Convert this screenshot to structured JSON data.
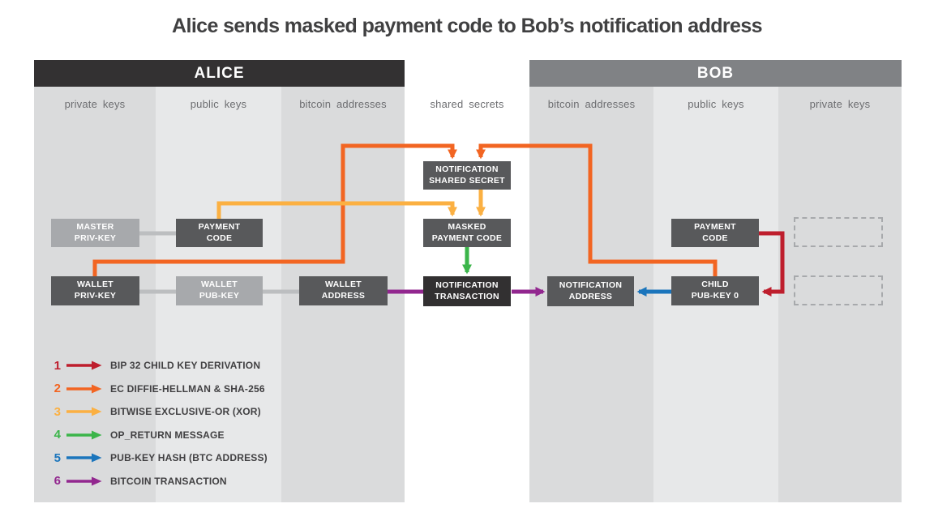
{
  "title": "Alice sends masked payment code to Bob’s notification address",
  "colors": {
    "red": "#be1e2d",
    "orange": "#f26522",
    "yellow": "#fbb042",
    "green": "#3bb54a",
    "blue": "#1b75bc",
    "purple": "#92278f",
    "connector": "#bcbec0",
    "header_alice": "#333132",
    "header_bob": "#808285",
    "col_dark": "#dadbdc",
    "col_light": "#e7e8e9",
    "box_dark": "#58595b",
    "box_light": "#a7a9ac",
    "box_black": "#323031",
    "dashed_border": "#a7a9ac",
    "title_text": "#404041",
    "col_label_text": "#6d6e71",
    "legend_text": "#414042"
  },
  "headers": {
    "alice": "ALICE",
    "bob": "BOB"
  },
  "columns": {
    "alice": [
      "private keys",
      "public keys",
      "bitcoin addresses"
    ],
    "middle": "shared secrets",
    "bob": [
      "bitcoin addresses",
      "public keys",
      "private keys"
    ]
  },
  "boxes": {
    "master_priv_key": "MASTER\nPRIV-KEY",
    "payment_code_alice": "PAYMENT\nCODE",
    "wallet_priv_key": "WALLET\nPRIV-KEY",
    "wallet_pub_key": "WALLET\nPUB-KEY",
    "wallet_address": "WALLET\nADDRESS",
    "notification_shared_secret": "NOTIFICATION\nSHARED SECRET",
    "masked_payment_code": "MASKED\nPAYMENT CODE",
    "notification_transaction": "NOTIFICATION\nTRANSACTION",
    "notification_address": "NOTIFICATION\nADDRESS",
    "payment_code_bob": "PAYMENT\nCODE",
    "child_pub_key_0": "CHILD\nPUB-KEY 0"
  },
  "legend": {
    "items": [
      {
        "number": "1",
        "label": "BIP 32 CHILD KEY DERIVATION",
        "color": "#be1e2d"
      },
      {
        "number": "2",
        "label": "EC DIFFIE-HELLMAN & SHA-256",
        "color": "#f26522"
      },
      {
        "number": "3",
        "label": "BITWISE EXCLUSIVE-OR (XOR)",
        "color": "#fbb042"
      },
      {
        "number": "4",
        "label": "OP_RETURN MESSAGE",
        "color": "#3bb54a"
      },
      {
        "number": "5",
        "label": "PUB-KEY HASH (BTC ADDRESS)",
        "color": "#1b75bc"
      },
      {
        "number": "6",
        "label": "BITCOIN TRANSACTION",
        "color": "#92278f"
      }
    ]
  }
}
